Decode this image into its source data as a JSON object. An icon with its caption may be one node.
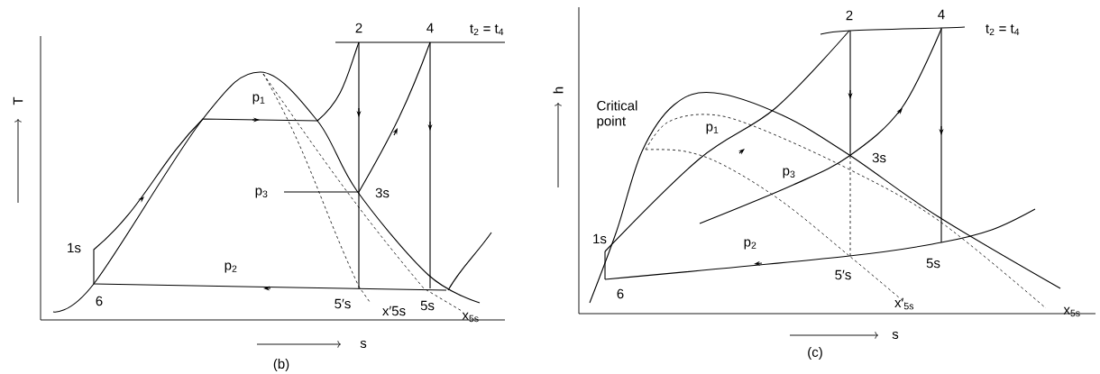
{
  "diagram": {
    "labels": [
      "T",
      "2",
      "4",
      "t$_{2}$ = t$_{4}$",
      "p$_{1}$",
      "p$_{3}$",
      "3s",
      "1s",
      "p$_{2}$",
      "6",
      "5′s",
      "x′5s",
      "5s",
      "x$_{5s}$",
      "s",
      "(b)",
      "2",
      "4",
      "t$_{2}$ = t$_{4}$",
      "h",
      "Critical point",
      "p$_{1}$",
      "3s",
      "p$_{3}$",
      "1s",
      "p$_{2}$",
      "5s",
      "5′s",
      "6",
      "x′$_{5s}$",
      "x$_{5s}$",
      "s",
      "(c)"
    ]
  }
}
